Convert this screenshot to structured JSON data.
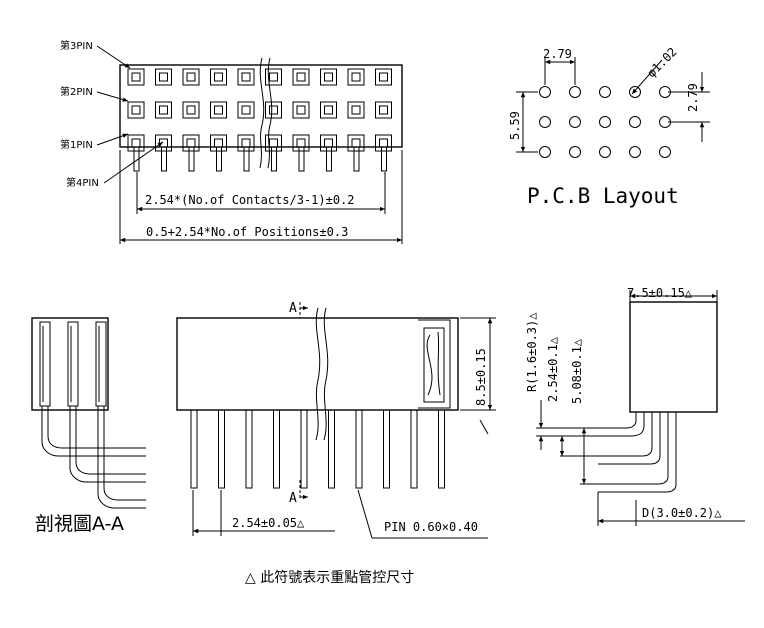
{
  "top_view": {
    "pin3_label": "第3PIN",
    "pin2_label": "第2PIN",
    "pin1_label": "第1PIN",
    "pin4_label": "第4PIN",
    "dim_contacts": "2.54*(No.of Contacts/3-1)±0.2",
    "dim_positions": "0.5+2.54*No.of Positions±0.3"
  },
  "pcb_layout": {
    "title": "P.C.B Layout",
    "pitch_x": "2.79",
    "pitch_y": "2.79",
    "hole_dia": "φ1.02",
    "height": "5.59"
  },
  "section": {
    "label": "剖視圖A-A"
  },
  "front_view": {
    "marker_top": "A",
    "marker_bottom": "A",
    "dim_height": "8.5±0.15",
    "dim_pitch": "2.54±0.05△",
    "pin_spec": "PIN 0.60×0.40"
  },
  "side_view": {
    "dim_width": "7.5±0.15△",
    "dim_r": "R(1.6±0.3)△",
    "dim_254": "2.54±0.1△",
    "dim_508": "5.08±0.1△",
    "dim_d": "D(3.0±0.2)△"
  },
  "footnote": "△ 此符號表示重點管控尺寸"
}
